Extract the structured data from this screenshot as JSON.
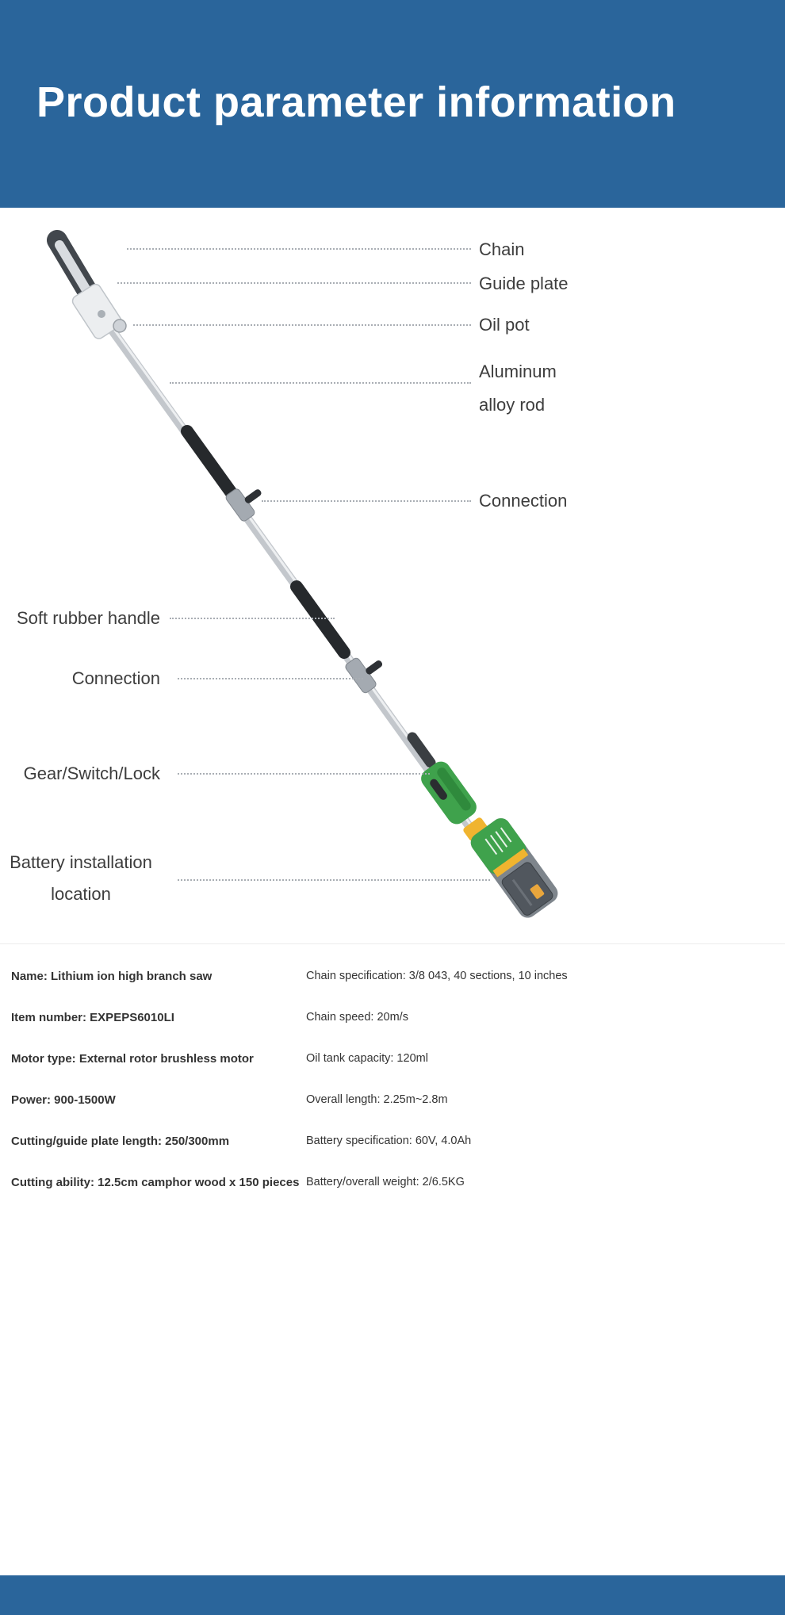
{
  "page": {
    "accent_blue": "#2a659b",
    "product_green": "#3fa24c",
    "product_yellow": "#f0b42f",
    "grip_black": "#26292c",
    "pole_silver": "#c3c7cc"
  },
  "header": {
    "title": "Product parameter information"
  },
  "callouts": {
    "right": [
      {
        "label": "Chain"
      },
      {
        "label": "Guide plate"
      },
      {
        "label": "Oil pot"
      },
      {
        "label": "Aluminum alloy rod"
      },
      {
        "label": "Connection"
      }
    ],
    "left": [
      {
        "label": "Soft rubber handle"
      },
      {
        "label": "Connection"
      },
      {
        "label": "Gear/Switch/Lock"
      },
      {
        "label": "Battery installation location"
      }
    ]
  },
  "specs": {
    "left": [
      "Name: Lithium ion high branch saw",
      "Item number: EXPEPS6010LI",
      "Motor type: External rotor brushless motor",
      "Power: 900-1500W",
      "Cutting/guide plate length: 250/300mm",
      "Cutting ability: 12.5cm camphor wood x 150 pieces"
    ],
    "right": [
      "Chain specification: 3/8 043, 40 sections, 10 inches",
      "Chain speed: 20m/s",
      "Oil tank capacity: 120ml",
      "Overall length: 2.25m~2.8m",
      "Battery specification: 60V, 4.0Ah",
      "Battery/overall weight: 2/6.5KG"
    ]
  }
}
